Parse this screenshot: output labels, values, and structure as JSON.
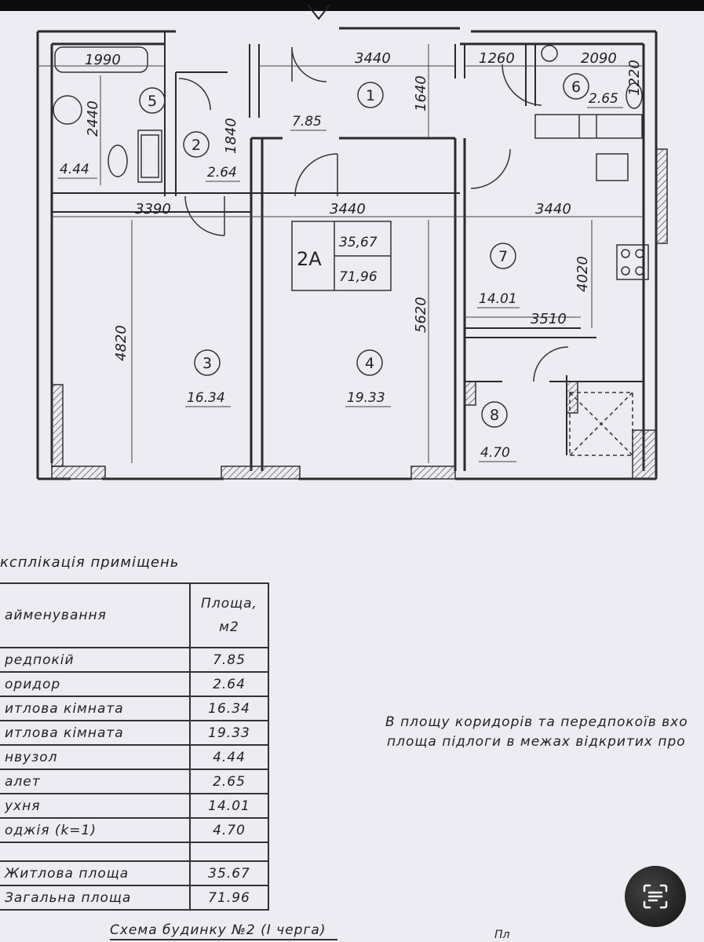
{
  "plan": {
    "apartment": {
      "type": "2A",
      "living_area": "35,67",
      "total_area": "71,96"
    },
    "rooms": [
      {
        "number": "1",
        "area": "7.85"
      },
      {
        "number": "2",
        "area": "2.64"
      },
      {
        "number": "3",
        "area": "16.34"
      },
      {
        "number": "4",
        "area": "19.33"
      },
      {
        "number": "5",
        "area": "4.44"
      },
      {
        "number": "6",
        "area": "2.65"
      },
      {
        "number": "7",
        "area": "14.01"
      },
      {
        "number": "8",
        "area": "4.70"
      }
    ],
    "dimensions": [
      "1990",
      "2440",
      "3440",
      "1640",
      "1260",
      "2090",
      "1220",
      "1840",
      "3390",
      "3440",
      "3440",
      "4020",
      "3510",
      "4820",
      "5620"
    ]
  },
  "legend": {
    "title": "кспліκація приміщень",
    "header_name": "айменування",
    "header_area": [
      "Площа,",
      "м2"
    ],
    "rows": [
      {
        "name": "редпокій",
        "area": "7.85"
      },
      {
        "name": "оридор",
        "area": "2.64"
      },
      {
        "name": "итлова кімната",
        "area": "16.34"
      },
      {
        "name": "итлова кімната",
        "area": "19.33"
      },
      {
        "name": "нвузол",
        "area": "4.44"
      },
      {
        "name": "алет",
        "area": "2.65"
      },
      {
        "name": "ухня",
        "area": "14.01"
      },
      {
        "name": "оджія (k=1)",
        "area": "4.70"
      }
    ],
    "living_label": "Житлова площа",
    "living_value": "35.67",
    "total_label": "Загальна площа",
    "total_value": "71.96"
  },
  "note": {
    "line1": "В площу коридорів та передпокоїв вхо",
    "line2": "площа підлоги в межах відкритих про"
  },
  "footer": {
    "scheme": "Схема будинку №2 (І черга)",
    "fragment": "Пл"
  }
}
